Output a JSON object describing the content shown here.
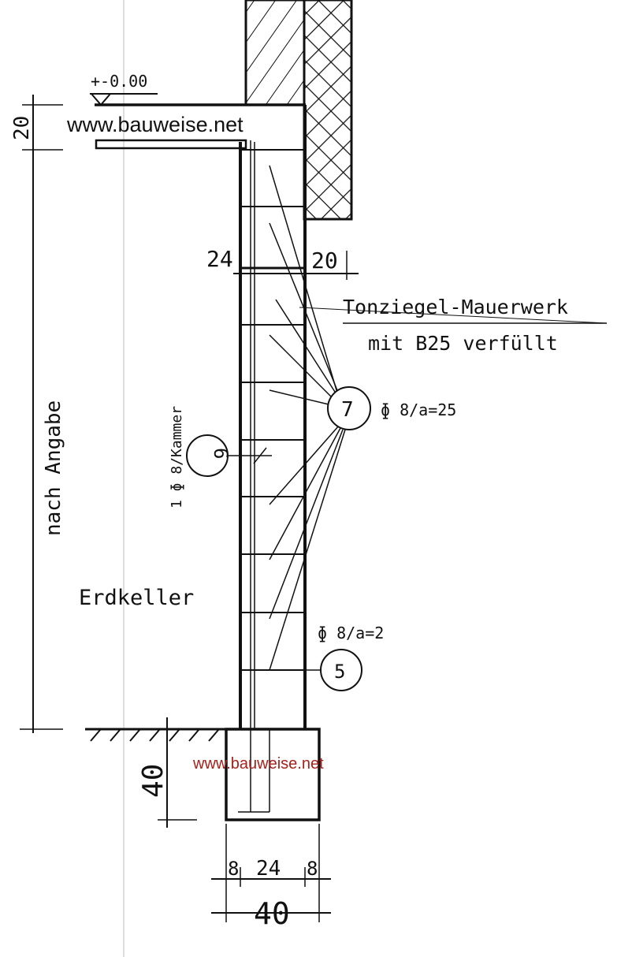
{
  "level_label": "+-0.00",
  "watermark_top": "www.bauweise.net",
  "watermark_bottom": "www.bauweise.net",
  "watermark_bottom_color": "#a8201a",
  "dim_slab": "20",
  "dim_height": "nach Angabe",
  "dim_wall_left": "24",
  "dim_wall_right": "20",
  "dim_footing_height": "40",
  "dim_bottom_parts": [
    "8",
    "24",
    "8"
  ],
  "dim_bottom_total": "40",
  "material_line1": "Tonziegel-Mauerwerk",
  "material_line2": "mit B25 verfüllt",
  "item7_number": "7",
  "item7_spec": "ɸ 8/a=25",
  "item6_number": "6",
  "item6_spec": "1 ɸ 8/Kammer",
  "item5_number": "5",
  "item5_spec": "ɸ 8/a=2",
  "room_label": "Erdkeller"
}
